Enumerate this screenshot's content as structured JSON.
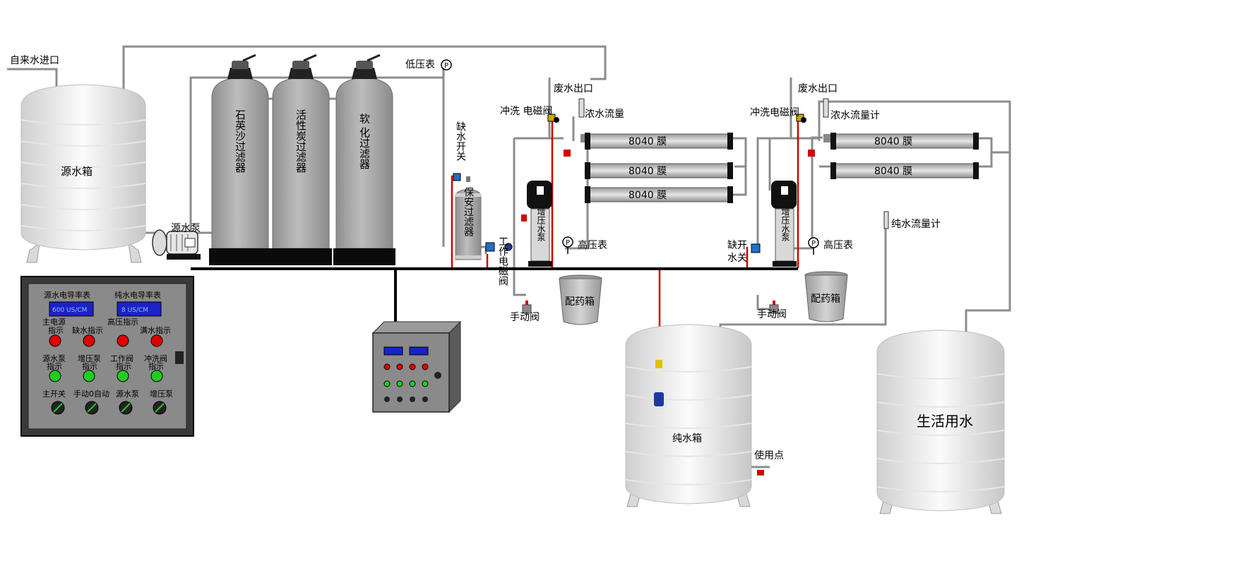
{
  "labels": {
    "tap_inlet": "自来水进口",
    "source_tank": "源水箱",
    "source_pump": "源水泵",
    "filter_quartz": "石英沙过滤器",
    "filter_carbon": "活性炭过滤器",
    "filter_soft": "软 化过滤器",
    "low_gauge": "低压表",
    "low_water_switch_1": "缺水开关",
    "security_filter": "保安过滤器",
    "work_valve": "工作电磁阀",
    "booster_pump": "增压水泵",
    "high_gauge_1": "高压表",
    "high_gauge_2": "高压表",
    "waste_outlet_1": "废水出口",
    "waste_outlet_2": "废水出口",
    "flush_valve_1": "冲洗 电磁阀",
    "flush_valve_2": "冲洗电磁阀",
    "conc_flow_1": "浓水流量",
    "conc_flow_2": "浓水流量计",
    "membrane": "8040 膜",
    "dosing_tank_1": "配药箱",
    "dosing_tank_2": "配药箱",
    "manual_valve_1": "手动阀",
    "manual_valve_2": "手动阀",
    "low_water_switch_2a": "缺开",
    "low_water_switch_2b": "水关",
    "pure_flow": "纯水流量计",
    "pure_tank": "纯水箱",
    "use_point": "使用点",
    "domestic_tank": "生活用水",
    "gauge_symbol": "P"
  },
  "control_panel": {
    "src_cond_title": "源水电导率表",
    "pure_cond_title": "纯水电导率表",
    "src_cond_value": "600 US/CM",
    "pure_cond_value": "8 US/CM",
    "main_power_1": "主电源",
    "main_power_2": "指示",
    "high_pressure": "高压指示",
    "low_water": "缺水指示",
    "full_water": "满水指示",
    "src_pump_1": "源水泵",
    "src_pump_2": "指示",
    "boost_pump_1": "增压泵",
    "boost_pump_2": "指示",
    "work_valve_1": "工作阀",
    "work_valve_2": "指示",
    "flush_valve_1": "冲洗阀",
    "flush_valve_2": "指示",
    "main_switch": "主开关",
    "manual_auto": "手动0自动",
    "sw_src_pump": "源水泵",
    "sw_boost_pump": "增压泵"
  },
  "colors": {
    "pipe_gray": "#8c8c8c",
    "pipe_black": "#000000",
    "pipe_red": "#d40000",
    "filter_fill": "#a9a9a9",
    "tank_fill": "#f2f2f2",
    "panel_dark": "#3a3a3a",
    "panel_mid": "#8a8a8a",
    "led_red": "#e00000",
    "led_green": "#22cc22",
    "display_blue": "#1a22c8",
    "valve_blue": "#1e6fc8"
  }
}
